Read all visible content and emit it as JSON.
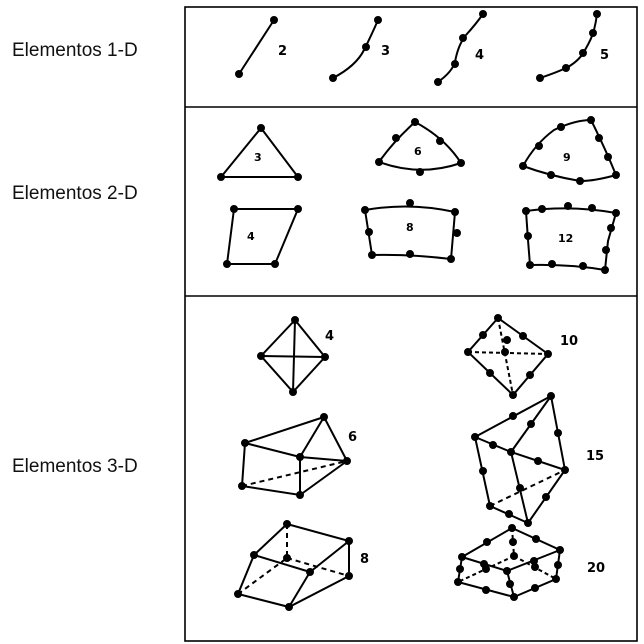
{
  "rows": {
    "row1": {
      "label": "Elementos 1-D",
      "counts": [
        "2",
        "3",
        "4",
        "5"
      ]
    },
    "row2": {
      "label": "Elementos 2-D",
      "counts": [
        "3",
        "6",
        "9",
        "4",
        "8",
        "12"
      ]
    },
    "row3": {
      "label": "Elementos 3-D",
      "counts": [
        "4",
        "10",
        "6",
        "15",
        "8",
        "20"
      ]
    }
  },
  "colors": {
    "ink": "#000000",
    "background": "#ffffff"
  }
}
